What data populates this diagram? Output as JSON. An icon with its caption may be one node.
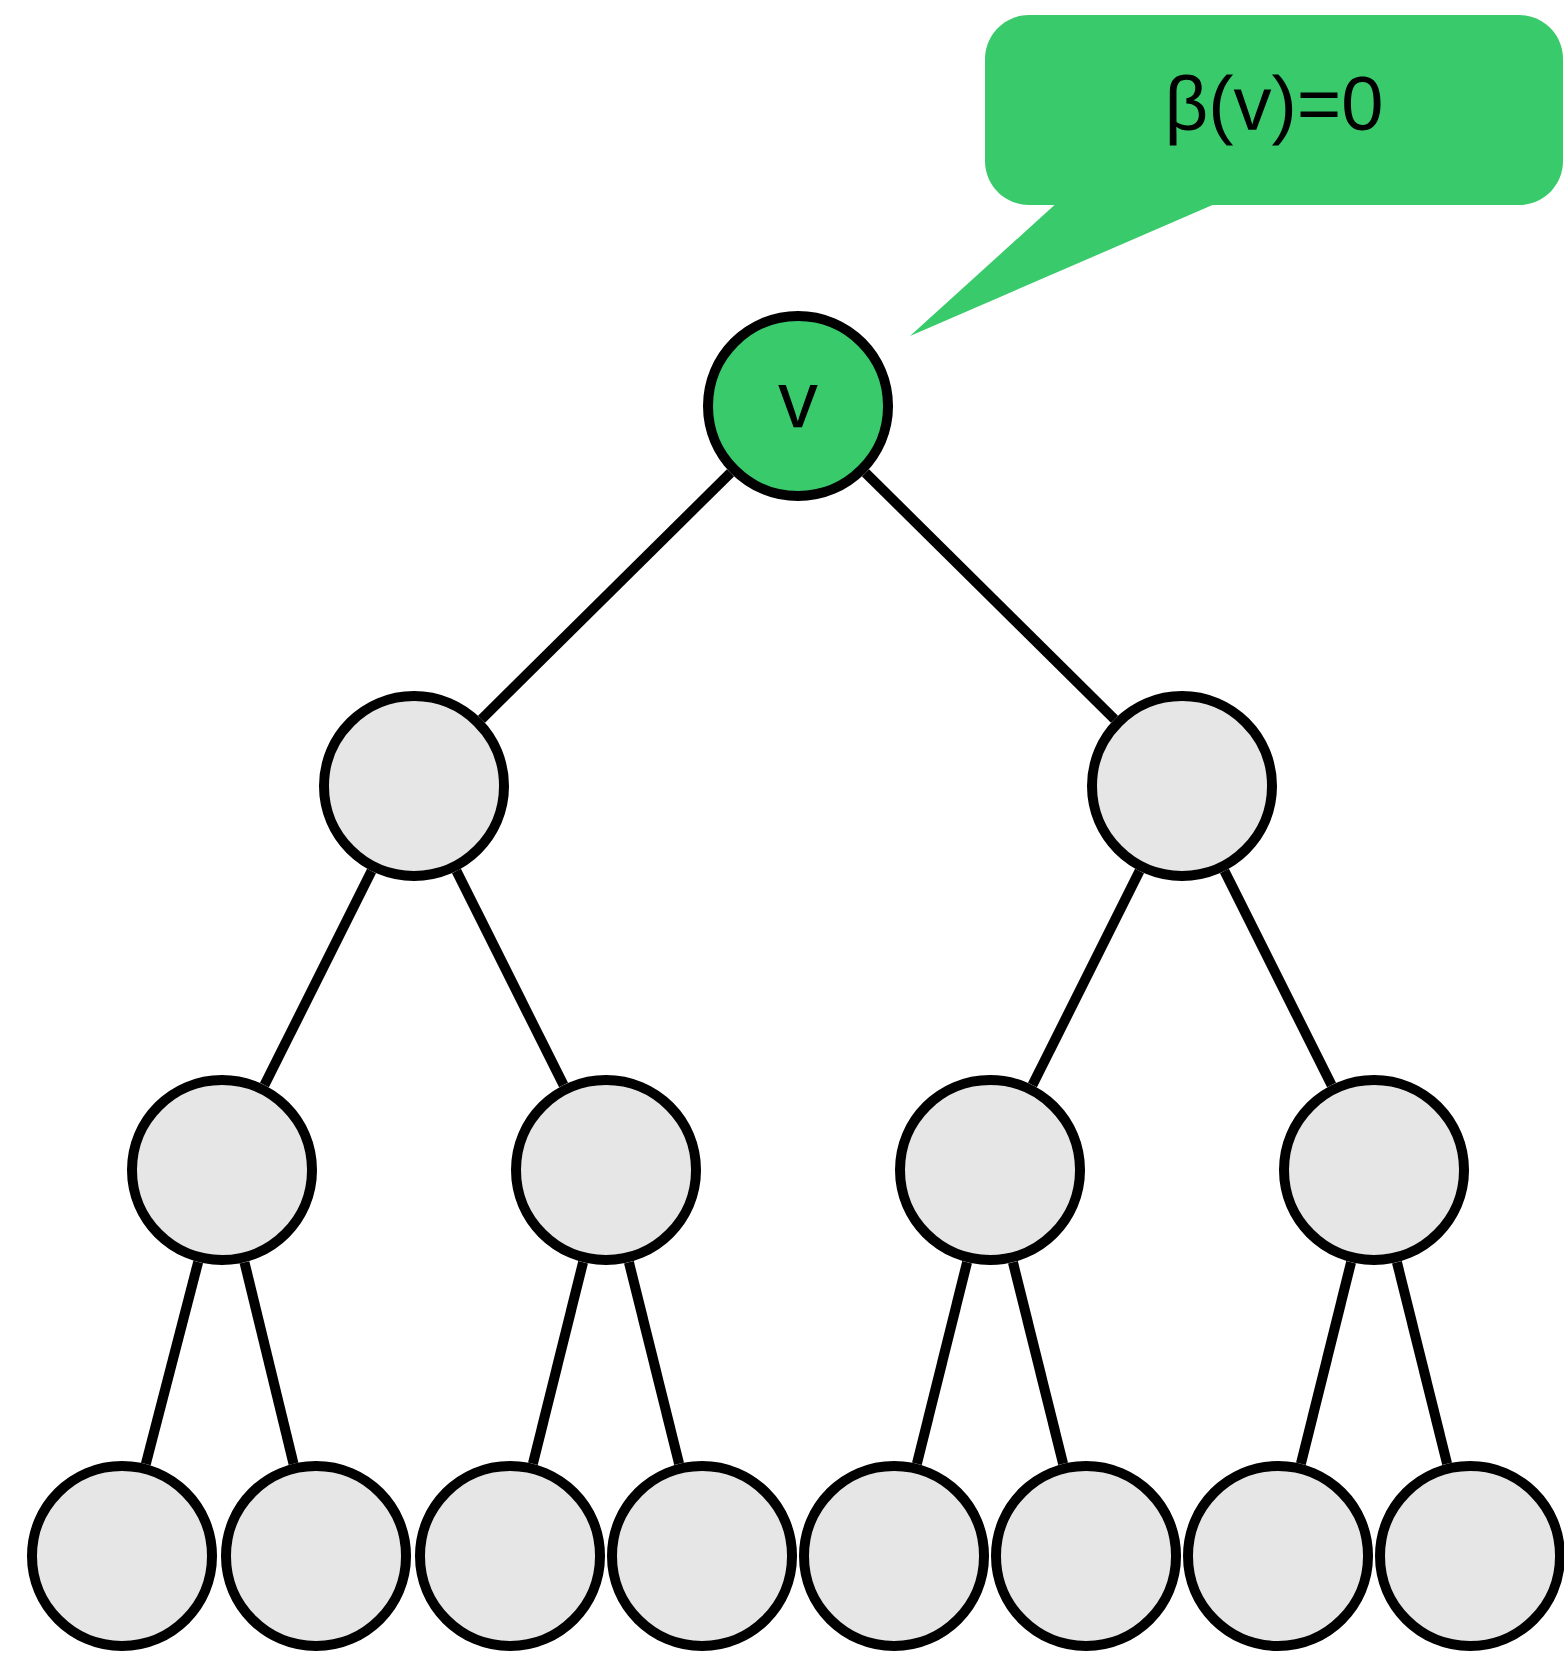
{
  "diagram": {
    "nodes": [
      {
        "text": [
          "β(v)=0"
        ]
      },
      {
        "text": [
          "v"
        ]
      },
      {
        "text": [],
        "shape": "circle"
      },
      {
        "text": [],
        "shape": "circle"
      },
      {
        "text": [],
        "shape": "circle"
      },
      {
        "text": [],
        "shape": "circle"
      },
      {
        "text": [],
        "shape": "circle"
      },
      {
        "text": [],
        "shape": "circle"
      },
      {
        "text": [],
        "shape": "circle"
      },
      {
        "text": [],
        "shape": "circle"
      },
      {
        "text": [],
        "shape": "circle"
      },
      {
        "text": [],
        "shape": "circle"
      },
      {
        "text": [],
        "shape": "circle"
      },
      {
        "text": [],
        "shape": "circle"
      },
      {
        "text": [],
        "shape": "circle"
      },
      {
        "text": [],
        "shape": "circle"
      }
    ],
    "edges": [
      {
        "from": 1,
        "to": 2,
        "arrow": "none"
      },
      {
        "from": 1,
        "to": 3,
        "arrow": "none"
      },
      {
        "from": 2,
        "to": 4,
        "arrow": "none"
      },
      {
        "from": 2,
        "to": 5,
        "arrow": "none"
      },
      {
        "from": 3,
        "to": 6,
        "arrow": "none"
      },
      {
        "from": 3,
        "to": 7,
        "arrow": "none"
      },
      {
        "from": 4,
        "to": 8,
        "arrow": "none"
      },
      {
        "from": 4,
        "to": 9,
        "arrow": "none"
      },
      {
        "from": 5,
        "to": 10,
        "arrow": "none"
      },
      {
        "from": 5,
        "to": 11,
        "arrow": "none"
      },
      {
        "from": 6,
        "to": 12,
        "arrow": "none"
      },
      {
        "from": 6,
        "to": 13,
        "arrow": "none"
      },
      {
        "from": 7,
        "to": 14,
        "arrow": "none"
      },
      {
        "from": 7,
        "to": 15,
        "arrow": "none"
      }
    ]
  }
}
